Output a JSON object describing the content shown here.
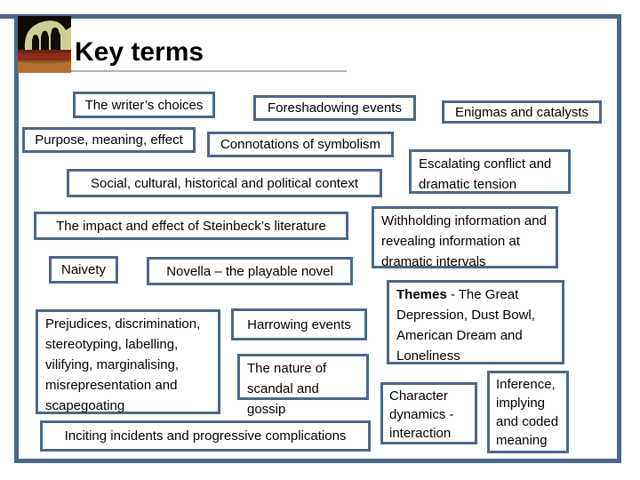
{
  "title": "Key terms",
  "colors": {
    "frame_blue": "#4a6888",
    "title_underline": "#a9b2c0",
    "text": "#000000",
    "artwork_sky": "#cdd096",
    "artwork_red": "#8a2e1c",
    "artwork_orange": "#b5712f",
    "artwork_black": "#0e0b07"
  },
  "icons": {
    "artwork": "steinbeck-field-workers-painting"
  },
  "boxes": {
    "writers": {
      "text": "The writer’s choices"
    },
    "foreshadowing": {
      "text": "Foreshadowing events"
    },
    "enigmas": {
      "text": "Enigmas and catalysts"
    },
    "purpose": {
      "text": "Purpose, meaning, effect"
    },
    "connotations": {
      "text": "Connotations of symbolism"
    },
    "escalating": {
      "text": "Escalating conflict and dramatic tension"
    },
    "social": {
      "text": "Social, cultural, historical and political context"
    },
    "impact": {
      "text": "The impact and effect of Steinbeck’s literature"
    },
    "withholding": {
      "text": "Withholding information and revealing information at dramatic intervals"
    },
    "naivety": {
      "text": "Naivety"
    },
    "novella": {
      "text": "Novella – the playable novel"
    },
    "themes": {
      "bold": "Themes",
      "rest": " - The Great Depression, Dust Bowl, American Dream and Loneliness"
    },
    "prejudices": {
      "text": "Prejudices, discrimination, stereotyping, labelling, vilifying, marginalising, misrepresentation and scapegoating"
    },
    "harrowing": {
      "text": "Harrowing events"
    },
    "nature": {
      "text": "The nature of scandal and gossip"
    },
    "character": {
      "text": "Character dynamics - interaction"
    },
    "inference": {
      "text": "Inference, implying and coded meaning"
    },
    "inciting": {
      "text": "Inciting incidents and progressive complications"
    }
  }
}
